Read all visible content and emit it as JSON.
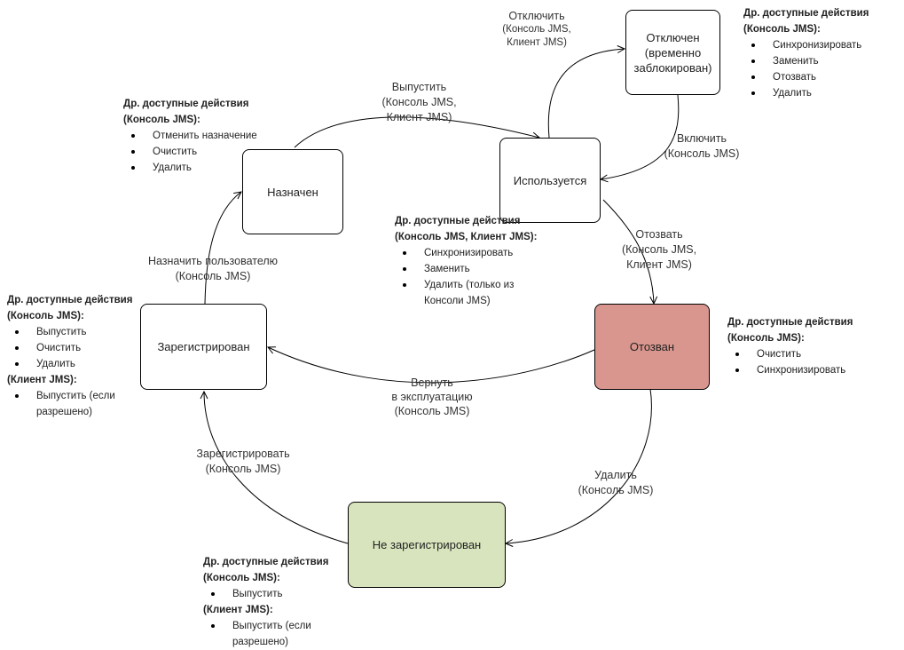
{
  "states": {
    "disabled": {
      "label": "Отключен (временно заблокирован)",
      "fill": "#ffffff"
    },
    "in_use": {
      "label": "Используется",
      "fill": "#ffffff"
    },
    "assigned": {
      "label": "Назначен",
      "fill": "#ffffff"
    },
    "registered": {
      "label": "Зарегистрирован",
      "fill": "#ffffff"
    },
    "revoked": {
      "label": "Отозван",
      "fill": "#d9968e"
    },
    "unregistered": {
      "label": "Не зарегистрирован",
      "fill": "#d8e4bd"
    }
  },
  "transitions": {
    "disable": [
      "Отключить",
      "(Консоль JMS,",
      "Клиент JMS)"
    ],
    "issue": [
      "Выпустить",
      "(Консоль JMS,",
      "Клиент JMS)"
    ],
    "enable": [
      "Включить",
      "(Консоль JMS)"
    ],
    "revoke": [
      "Отозвать",
      "(Консоль JMS,",
      "Клиент JMS)"
    ],
    "assign_user": [
      "Назначить пользователю",
      "(Консоль JMS)"
    ],
    "return": [
      "Вернуть",
      "в эксплуатацию",
      "(Консоль JMS)"
    ],
    "register": [
      "Зарегистрировать",
      "(Консоль JMS)"
    ],
    "delete": [
      "Удалить",
      "(Консоль JMS)"
    ]
  },
  "notes": {
    "disabled": {
      "heading": [
        "Др. доступные действия",
        "(Консоль JMS):"
      ],
      "items": [
        "Синхронизировать",
        "Заменить",
        "Отозвать",
        "Удалить"
      ]
    },
    "assigned": {
      "heading": [
        "Др. доступные действия",
        "(Консоль JMS):"
      ],
      "items": [
        "Отменить назначение",
        "Очистить",
        "Удалить"
      ]
    },
    "in_use": {
      "heading": [
        "Др. доступные действия",
        "(Консоль JMS, Клиент JMS):"
      ],
      "items": [
        "Синхронизировать",
        "Заменить",
        "Удалить (только из Консоли JMS)"
      ]
    },
    "registered": {
      "heading": [
        "Др. доступные действия",
        "(Консоль JMS):"
      ],
      "items": [
        "Выпустить",
        "Очистить",
        "Удалить"
      ],
      "heading2": "(Клиент  JMS):",
      "items2": [
        "Выпустить (если разрешено)"
      ]
    },
    "revoked": {
      "heading": [
        "Др. доступные действия",
        "(Консоль JMS):"
      ],
      "items": [
        "Очистить",
        "Синхронизировать"
      ]
    },
    "unregistered": {
      "heading": [
        "Др. доступные действия",
        "(Консоль JMS):"
      ],
      "items": [
        "Выпустить"
      ],
      "heading2": "(Клиент JMS):",
      "items2": [
        "Выпустить (если разрешено)"
      ]
    }
  }
}
